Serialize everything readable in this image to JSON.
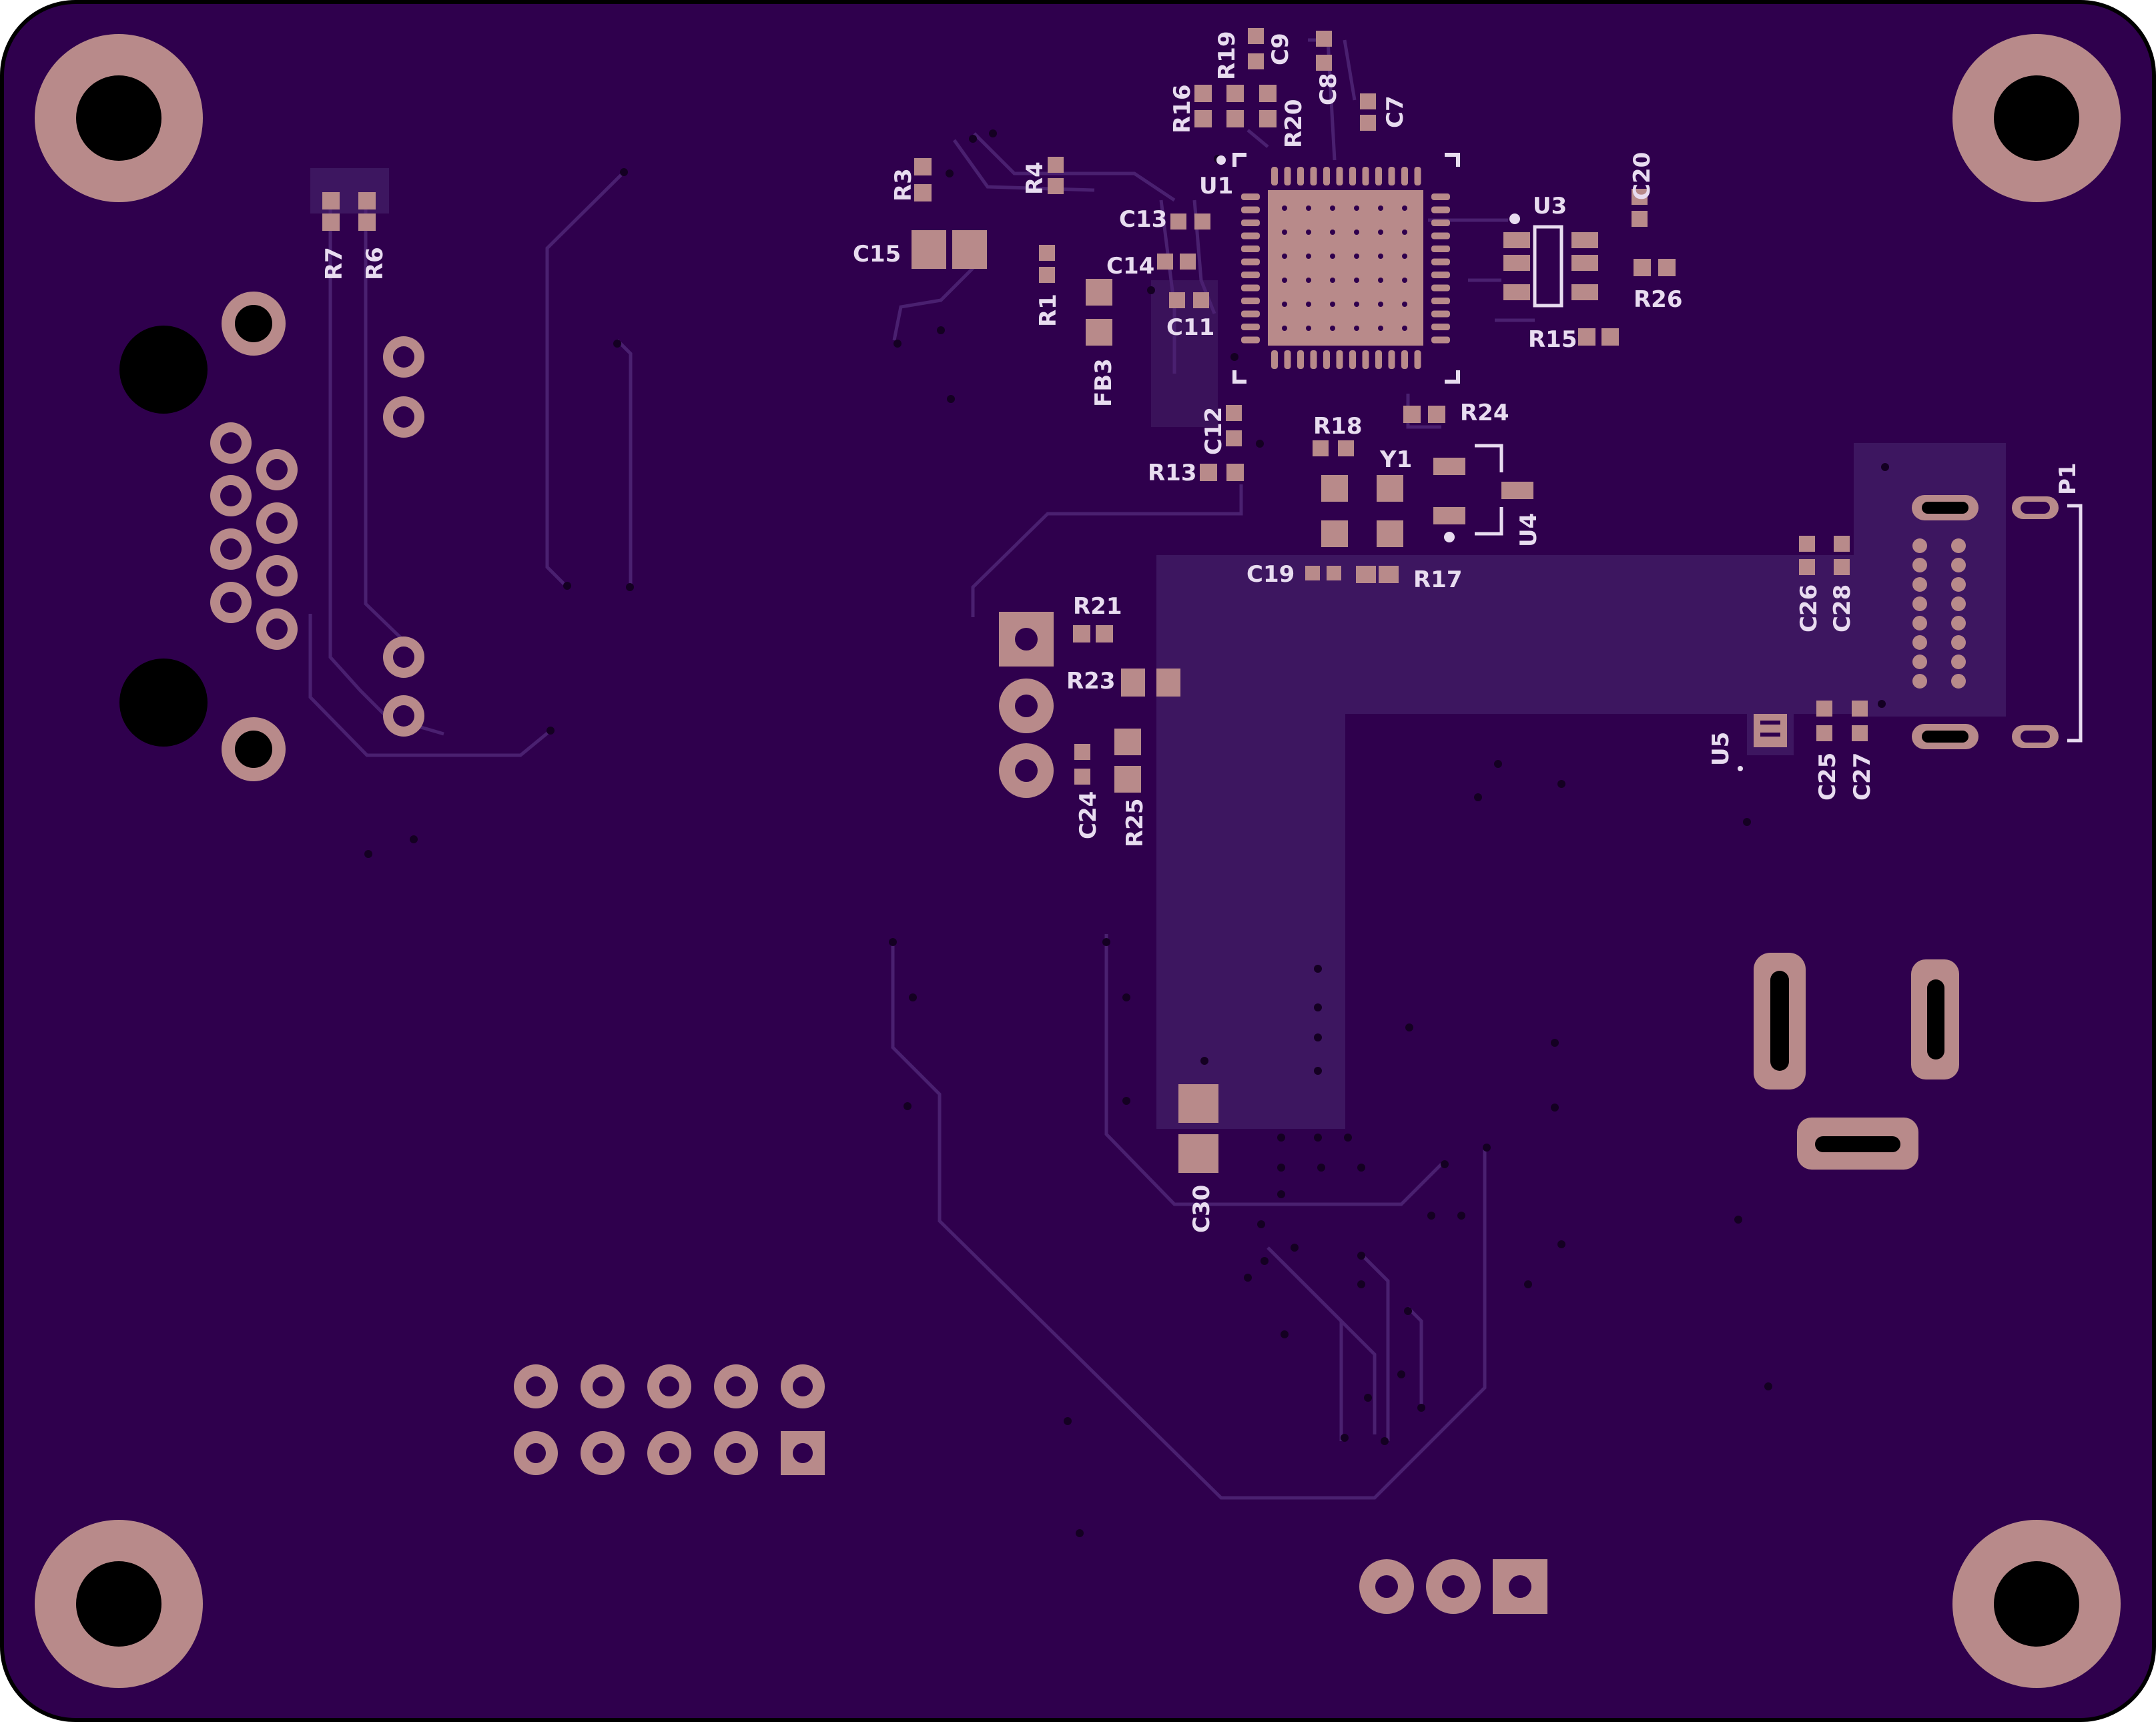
{
  "board": {
    "colors": {
      "substrate": "#2f004d",
      "outline": "#000000",
      "pour": "#3d1660",
      "trace": "#4a2070",
      "pad": "#b88a8a",
      "pad_dark": "#9c7274",
      "silkscreen": "#e8dcf0",
      "drill": "#000000",
      "via": "#140022"
    },
    "designators": {
      "u1": "U1",
      "u3": "U3",
      "u4": "U4",
      "u5": "U5",
      "y1": "Y1",
      "p1": "P1",
      "fb3": "FB3",
      "r1": "R1",
      "r3": "R3",
      "r4": "R4",
      "r6": "R6",
      "r7": "R7",
      "r13": "R13",
      "r15": "R15",
      "r16": "R16",
      "r17": "R17",
      "r18": "R18",
      "r19": "R19",
      "r20": "R20",
      "r21": "R21",
      "r23": "R23",
      "r24": "R24",
      "r25": "R25",
      "r26": "R26",
      "c7": "C7",
      "c8": "C8",
      "c9": "C9",
      "c11": "C11",
      "c12": "C12",
      "c13": "C13",
      "c14": "C14",
      "c15": "C15",
      "c19": "C19",
      "c20": "C20",
      "c24": "C24",
      "c25": "C25",
      "c26": "C26",
      "c27": "C27",
      "c28": "C28",
      "c30": "C30"
    },
    "features": {
      "mounting_holes": "mounting-hole-icon",
      "db9_connector": "db9-connector-icon",
      "qfn_chip": "qfn-chip-icon",
      "usb_connector": "usb-connector-icon",
      "barrel_jack": "barrel-jack-icon",
      "pin_header": "pin-header-icon"
    }
  }
}
